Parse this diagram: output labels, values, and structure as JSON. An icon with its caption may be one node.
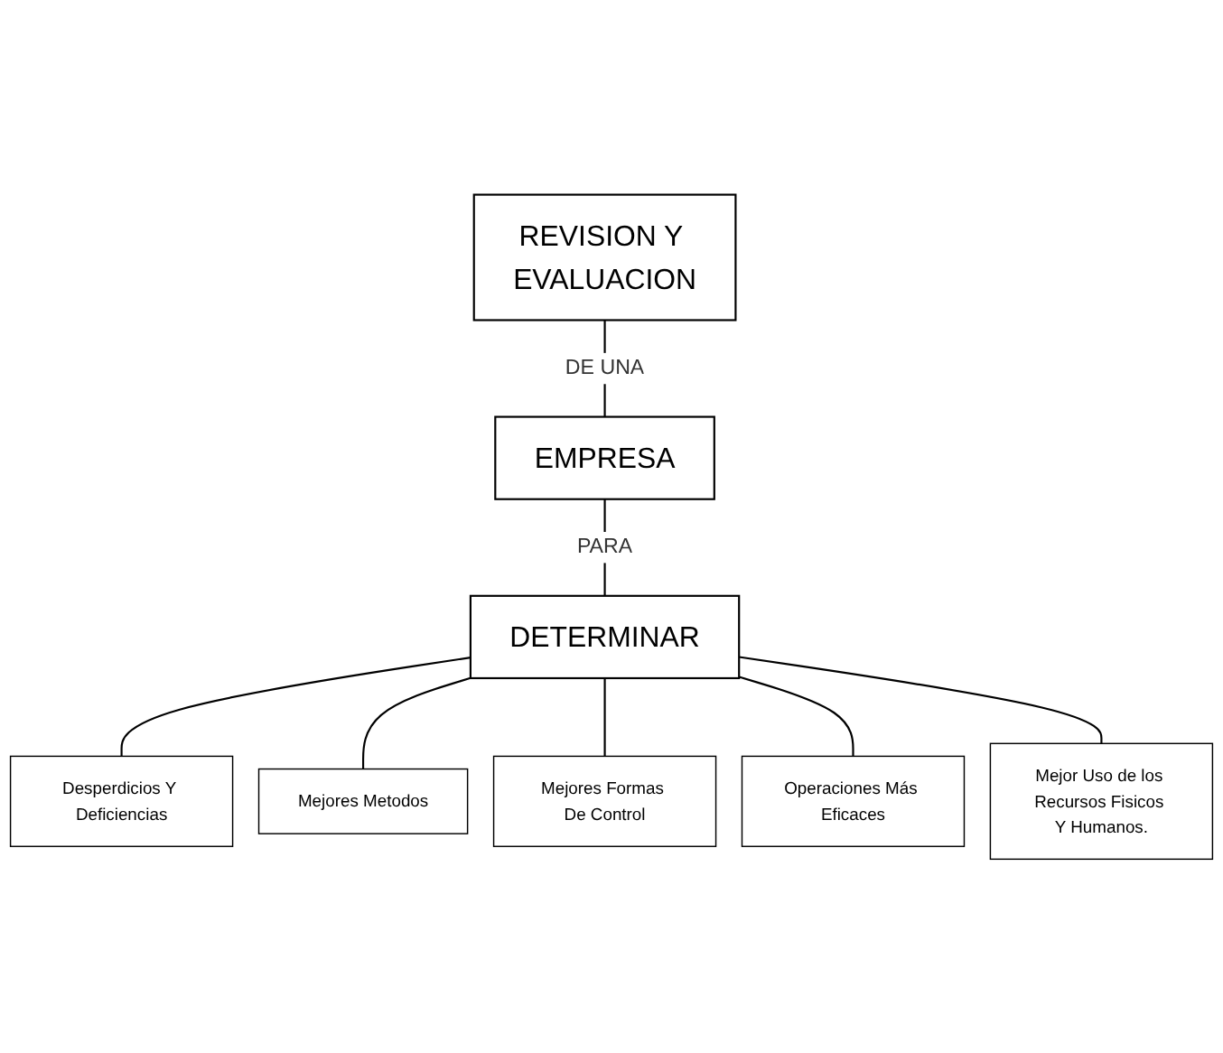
{
  "diagram": {
    "nodes": [
      {
        "text": [
          "REVISION Y EVALUACION"
        ]
      },
      {
        "text": [
          "EMPRESA"
        ]
      },
      {
        "text": [
          "DETERMINAR"
        ]
      },
      {
        "text": [
          "Desperdicios Y Deficiencias"
        ]
      },
      {
        "text": [
          "Mejores Metodos"
        ]
      },
      {
        "text": [
          "Mejores Formas De Control"
        ]
      },
      {
        "text": [
          "Operaciones Más Eficaces"
        ]
      },
      {
        "text": [
          "Mejor Uso de los Recursos Fisicos Y Humanos."
        ]
      }
    ],
    "edges": [
      {
        "from": 0,
        "to": 1,
        "arrow": "none",
        "label": "DE UNA"
      },
      {
        "from": 1,
        "to": 2,
        "arrow": "none",
        "label": "PARA"
      },
      {
        "from": 2,
        "to": 3,
        "arrow": "none"
      },
      {
        "from": 2,
        "to": 4,
        "arrow": "none"
      },
      {
        "from": 2,
        "to": 5,
        "arrow": "none"
      },
      {
        "from": 2,
        "to": 6,
        "arrow": "none"
      },
      {
        "from": 2,
        "to": 7,
        "arrow": "none"
      }
    ]
  }
}
